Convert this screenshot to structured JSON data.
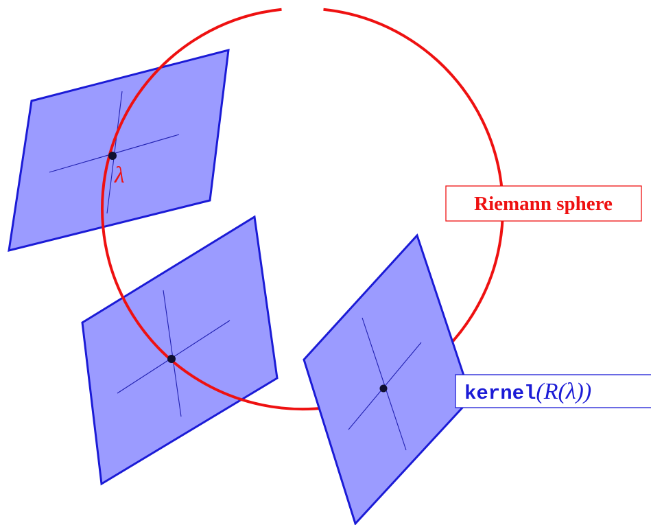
{
  "labels": {
    "lambda": "λ",
    "sphere_label": "Riemann sphere",
    "kernel_func": "kernel",
    "kernel_arg": "(R(λ))"
  },
  "colors": {
    "sphere": "#ee1111",
    "plane_fill": "#9b9bff",
    "plane_edge": "#1b1bd6",
    "plane_axis": "#2020b0",
    "point": "#101030",
    "label_box_fill": "#ffffff"
  }
}
